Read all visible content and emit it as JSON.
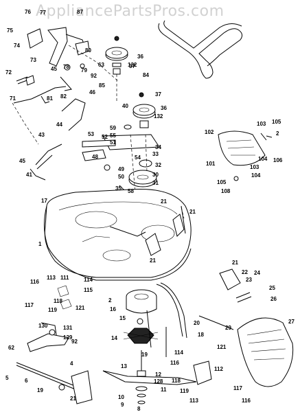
{
  "watermark": "AppliancePartsPros.com",
  "labels": [
    {
      "id": "p76",
      "text": "76"
    },
    {
      "id": "p77",
      "text": "77"
    },
    {
      "id": "p87",
      "text": "87"
    },
    {
      "id": "p75",
      "text": "75"
    },
    {
      "id": "p74",
      "text": "74"
    },
    {
      "id": "p73",
      "text": "73"
    },
    {
      "id": "p80",
      "text": "80"
    },
    {
      "id": "p78",
      "text": "78"
    },
    {
      "id": "p79",
      "text": "79"
    },
    {
      "id": "p37a",
      "text": "37"
    },
    {
      "id": "p36a",
      "text": "36"
    },
    {
      "id": "p63",
      "text": "63"
    },
    {
      "id": "p132a",
      "text": "132"
    },
    {
      "id": "p84",
      "text": "84"
    },
    {
      "id": "p85",
      "text": "85"
    },
    {
      "id": "p72",
      "text": "72"
    },
    {
      "id": "p45a",
      "text": "45"
    },
    {
      "id": "p92a",
      "text": "92"
    },
    {
      "id": "p81",
      "text": "81"
    },
    {
      "id": "p82",
      "text": "82"
    },
    {
      "id": "p71",
      "text": "71"
    },
    {
      "id": "p46",
      "text": "46"
    },
    {
      "id": "p44",
      "text": "44"
    },
    {
      "id": "p40",
      "text": "40"
    },
    {
      "id": "p37b",
      "text": "37"
    },
    {
      "id": "p36b",
      "text": "36"
    },
    {
      "id": "p132b",
      "text": "132"
    },
    {
      "id": "p59",
      "text": "59"
    },
    {
      "id": "p55",
      "text": "55"
    },
    {
      "id": "p53",
      "text": "53"
    },
    {
      "id": "p52",
      "text": "52"
    },
    {
      "id": "p51",
      "text": "51"
    },
    {
      "id": "p34",
      "text": "34"
    },
    {
      "id": "p33",
      "text": "33"
    },
    {
      "id": "p32",
      "text": "32"
    },
    {
      "id": "p43",
      "text": "43"
    },
    {
      "id": "p48",
      "text": "48"
    },
    {
      "id": "p54",
      "text": "54"
    },
    {
      "id": "p49",
      "text": "49"
    },
    {
      "id": "p50",
      "text": "50"
    },
    {
      "id": "p30",
      "text": "30"
    },
    {
      "id": "p31",
      "text": "31"
    },
    {
      "id": "p35",
      "text": "35"
    },
    {
      "id": "p58",
      "text": "58"
    },
    {
      "id": "p45b",
      "text": "45"
    },
    {
      "id": "p41",
      "text": "41"
    },
    {
      "id": "p17",
      "text": "17"
    },
    {
      "id": "p21a",
      "text": "21"
    },
    {
      "id": "p21b",
      "text": "21"
    },
    {
      "id": "p1",
      "text": "1"
    },
    {
      "id": "p21c",
      "text": "21"
    },
    {
      "id": "p102",
      "text": "102"
    },
    {
      "id": "p103a",
      "text": "103"
    },
    {
      "id": "p105a",
      "text": "105"
    },
    {
      "id": "p2a",
      "text": "2"
    },
    {
      "id": "p106",
      "text": "106"
    },
    {
      "id": "p104a",
      "text": "104"
    },
    {
      "id": "p101",
      "text": "101"
    },
    {
      "id": "p103b",
      "text": "103"
    },
    {
      "id": "p105b",
      "text": "105"
    },
    {
      "id": "p104b",
      "text": "104"
    },
    {
      "id": "p108",
      "text": "108"
    },
    {
      "id": "p116a",
      "text": "116"
    },
    {
      "id": "p113",
      "text": "113"
    },
    {
      "id": "p111",
      "text": "111"
    },
    {
      "id": "p114a",
      "text": "114"
    },
    {
      "id": "p115",
      "text": "115"
    },
    {
      "id": "p117a",
      "text": "117"
    },
    {
      "id": "p119a",
      "text": "119"
    },
    {
      "id": "p118a",
      "text": "118"
    },
    {
      "id": "p121a",
      "text": "121"
    },
    {
      "id": "p2b",
      "text": "2"
    },
    {
      "id": "p16",
      "text": "16"
    },
    {
      "id": "p21d",
      "text": "21"
    },
    {
      "id": "p22",
      "text": "22"
    },
    {
      "id": "p23",
      "text": "23"
    },
    {
      "id": "p24",
      "text": "24"
    },
    {
      "id": "p25",
      "text": "25"
    },
    {
      "id": "p26",
      "text": "26"
    },
    {
      "id": "p27",
      "text": "27"
    },
    {
      "id": "p20",
      "text": "20"
    },
    {
      "id": "p29",
      "text": "29"
    },
    {
      "id": "p15",
      "text": "15"
    },
    {
      "id": "p14",
      "text": "14"
    },
    {
      "id": "p19a",
      "text": "19"
    },
    {
      "id": "p18",
      "text": "18"
    },
    {
      "id": "p130",
      "text": "130"
    },
    {
      "id": "p131",
      "text": "131"
    },
    {
      "id": "p129",
      "text": "129"
    },
    {
      "id": "p92b",
      "text": "92"
    },
    {
      "id": "p62",
      "text": "62"
    },
    {
      "id": "p114b",
      "text": "114"
    },
    {
      "id": "p121b",
      "text": "121"
    },
    {
      "id": "p112",
      "text": "112"
    },
    {
      "id": "p5",
      "text": "5"
    },
    {
      "id": "p6",
      "text": "6"
    },
    {
      "id": "p4",
      "text": "4"
    },
    {
      "id": "p13",
      "text": "13"
    },
    {
      "id": "p12",
      "text": "12"
    },
    {
      "id": "p128",
      "text": "128"
    },
    {
      "id": "p11",
      "text": "11"
    },
    {
      "id": "p116b",
      "text": "116"
    },
    {
      "id": "p118b",
      "text": "118"
    },
    {
      "id": "p119b",
      "text": "119"
    },
    {
      "id": "p117b",
      "text": "117"
    },
    {
      "id": "p19b",
      "text": "19"
    },
    {
      "id": "p21e",
      "text": "21"
    },
    {
      "id": "p10",
      "text": "10"
    },
    {
      "id": "p9",
      "text": "9"
    },
    {
      "id": "p8",
      "text": "8"
    },
    {
      "id": "p113b",
      "text": "113"
    },
    {
      "id": "p116c",
      "text": "116"
    }
  ]
}
